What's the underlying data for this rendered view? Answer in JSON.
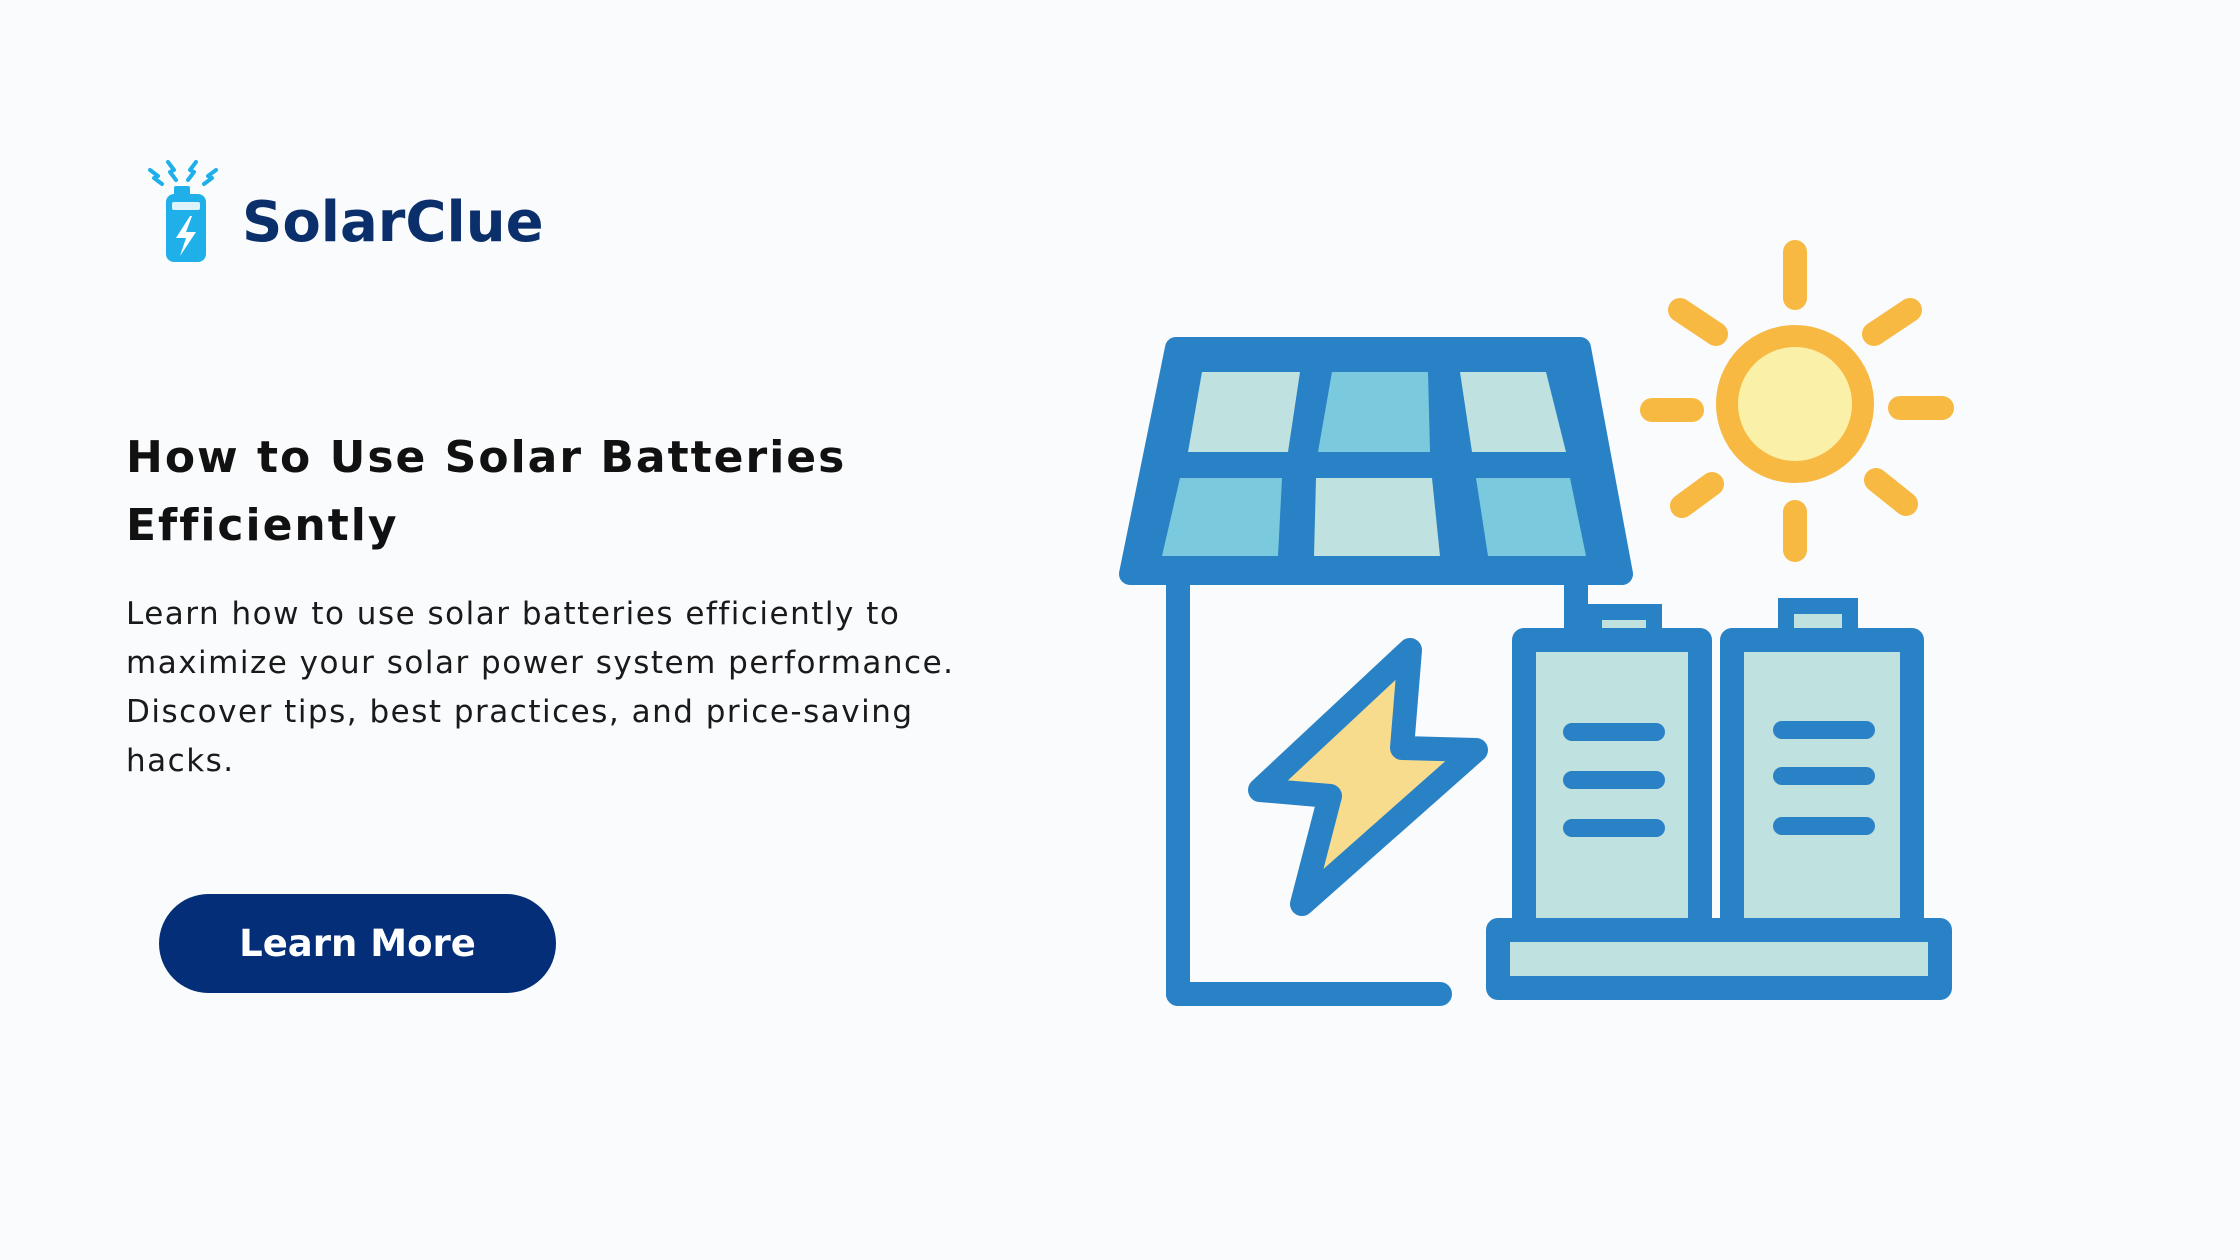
{
  "brand": {
    "name": "SolarClue",
    "logo_icon": "battery-lightning-icon"
  },
  "hero": {
    "title": "How to Use Solar Batteries Efficiently",
    "description": "Learn how to use solar batteries efficiently to maximize your solar power system performance. Discover tips, best practices, and price-saving hacks.",
    "cta_label": "Learn More",
    "illustration": "solar-panel-battery-illustration"
  },
  "colors": {
    "background": "#f9fbfd",
    "brand_navy": "#0b2f6b",
    "button": "#042f78",
    "illustration_blue": "#2a82c6",
    "panel_light": "#bfe1df",
    "panel_cyan": "#7ac9dd",
    "sun": "#f7b942",
    "sun_core": "#faf0a8",
    "bolt_fill": "#f7dc8e",
    "logo_cyan": "#1fb0ea"
  }
}
